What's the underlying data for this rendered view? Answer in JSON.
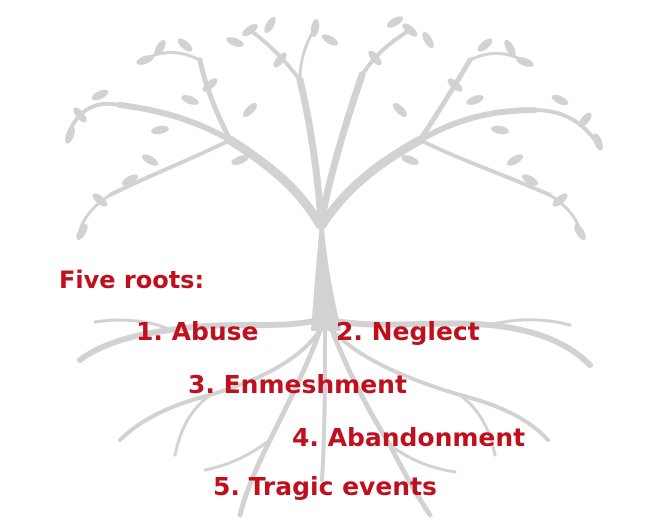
{
  "heading": "Five roots:",
  "roots": [
    "1. Abuse",
    "2. Neglect",
    "3. Enmeshment",
    "4. Abandonment",
    "5. Tragic events"
  ],
  "colors": {
    "text": "#c0101e",
    "tree": "#d2d2d2",
    "background": "#ffffff"
  },
  "icons": {
    "tree": "tree-of-life-illustration"
  }
}
